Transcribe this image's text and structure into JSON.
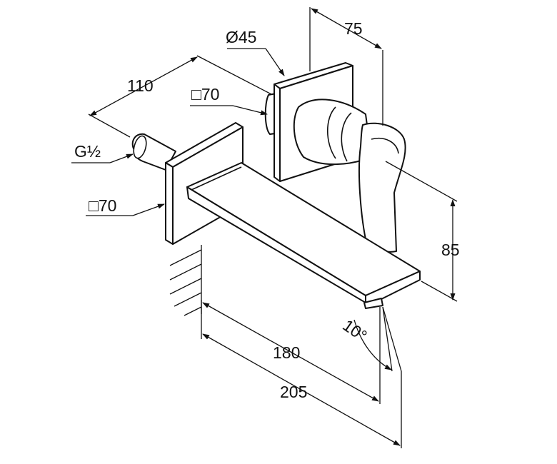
{
  "dimensions": {
    "width_depth": "75",
    "rosette_diameter": "Ø45",
    "rosette_square_top": "□70",
    "distance_110": "110",
    "thread": "G½",
    "rosette_square_bottom": "□70",
    "height": "85",
    "angle": "10°",
    "spout_180": "180",
    "spout_205": "205"
  },
  "colors": {
    "line": "#111111",
    "background": "#ffffff"
  }
}
